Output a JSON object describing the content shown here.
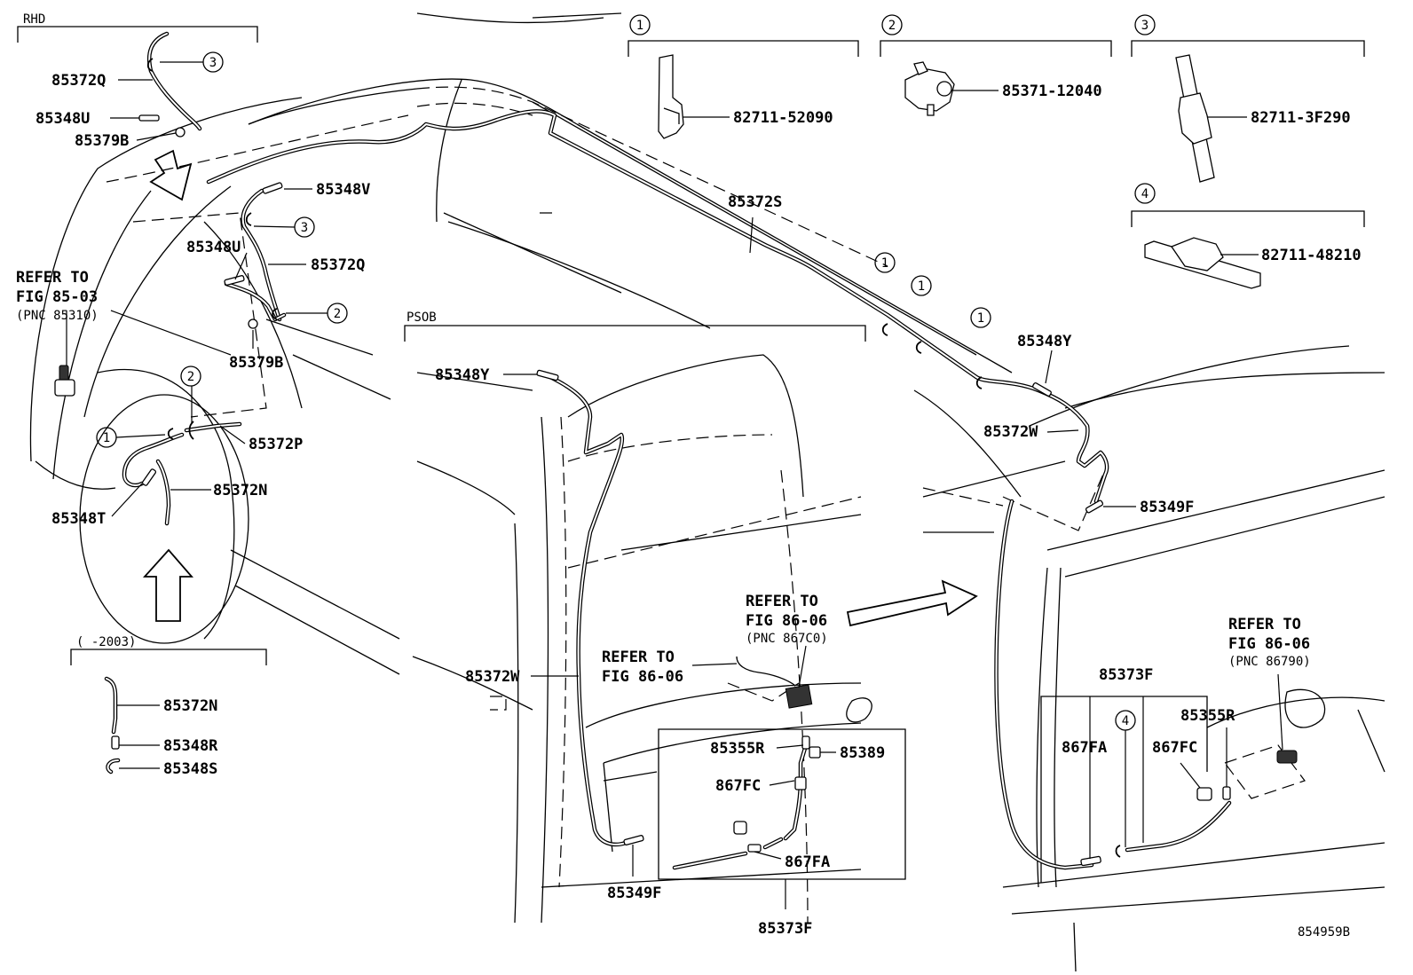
{
  "sections": {
    "rhd": "RHD",
    "psob": "PSOB",
    "year_range": "(     -2003)"
  },
  "callout_1": {
    "number": "1",
    "part": "82711-52090"
  },
  "callout_2": {
    "number": "2",
    "part": "85371-12040"
  },
  "callout_3": {
    "number": "3",
    "part": "82711-3F290"
  },
  "callout_4": {
    "number": "4",
    "part": "82711-48210"
  },
  "labels": {
    "p85372Q_top": "85372Q",
    "p85348U_top": "85348U",
    "p85379B_top": "85379B",
    "p85348V": "85348V",
    "p85348U_mid": "85348U",
    "p85372Q_mid": "85372Q",
    "p85379B_mid": "85379B",
    "p85372P": "85372P",
    "p85372N": "85372N",
    "p85348T": "85348T",
    "p85372N_b": "85372N",
    "p85348R": "85348R",
    "p85348S": "85348S",
    "p85372S": "85372S",
    "p85348Y_left": "85348Y",
    "p85372W_left": "85372W",
    "p85355R_left": "85355R",
    "p85389": "85389",
    "p867FC_left": "867FC",
    "p867FA_left": "867FA",
    "p85349F_left": "85349F",
    "p85373F_left": "85373F",
    "p85348Y_right": "85348Y",
    "p85372W_right": "85372W",
    "p85349F_right": "85349F",
    "p85373F_right": "85373F",
    "p85355R_right": "85355R",
    "p867FA_right": "867FA",
    "p867FC_right": "867FC"
  },
  "refer": {
    "r1_l1": "REFER TO",
    "r1_l2": "FIG 85-03",
    "r1_l3": "(PNC 85310)",
    "r2_l1": "REFER TO",
    "r2_l2": "FIG 86-06",
    "r3_l1": "REFER TO",
    "r3_l2": "FIG 86-06",
    "r3_l3": "(PNC 867C0)",
    "r4_l1": "REFER TO",
    "r4_l2": "FIG 86-06",
    "r4_l3": "(PNC 86790)"
  },
  "circles": {
    "c1": "1",
    "c2": "2",
    "c3": "3",
    "c4": "4"
  },
  "diagram_id": "854959B"
}
